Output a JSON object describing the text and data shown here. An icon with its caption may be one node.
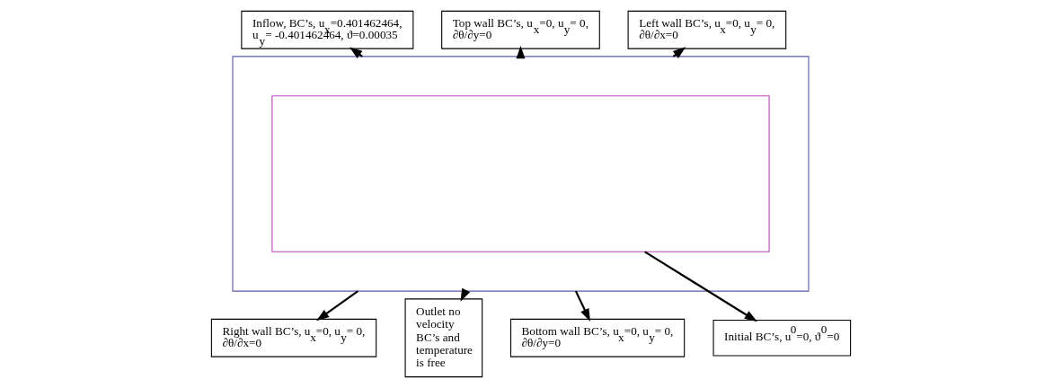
{
  "diagram": {
    "nodes": [
      {
        "text": [
          "Inflow, BC’s, u$_{x}$=0.401462464, u$_{y}$= -0.401462464, ϑ=0.00035"
        ]
      },
      {
        "text": [
          "Top wall BC’s, u$_{x}$=0, u$_{y}$= 0, ∂θ/∂y=0"
        ]
      },
      {
        "text": [
          "Left wall BC’s, u$_{x}$=0, u$_{y}$= 0, ∂θ/∂x=0"
        ]
      },
      {
        "text": [],
        "shape": "box"
      },
      {
        "text": [],
        "shape": "box",
        "in": 3
      },
      {
        "text": [
          "Right wall BC’s, u$_{x}$=0, u$_{y}$= 0, ∂θ/∂x=0"
        ]
      },
      {
        "text": [
          "Outlet no velocity BC’s and temperature is free"
        ]
      },
      {
        "text": [
          "Bottom wall BC’s, u$_{x}$=0, u$_{y}$= 0, ∂θ/∂y=0"
        ]
      },
      {
        "text": [
          "Initial BC’s, u$^{0}$=0, ϑ$^{0}$=0"
        ]
      }
    ],
    "edges": [
      {
        "from": 3,
        "to": 0,
        "arrow": "to"
      },
      {
        "from": 3,
        "to": 1,
        "arrow": "to"
      },
      {
        "from": 3,
        "to": 2,
        "arrow": "to"
      },
      {
        "from": 3,
        "to": 5,
        "arrow": "to"
      },
      {
        "from": 3,
        "to": 6,
        "arrow": "to"
      },
      {
        "from": 3,
        "to": 7,
        "arrow": "to"
      },
      {
        "from": 4,
        "to": 8,
        "arrow": "to"
      }
    ]
  }
}
